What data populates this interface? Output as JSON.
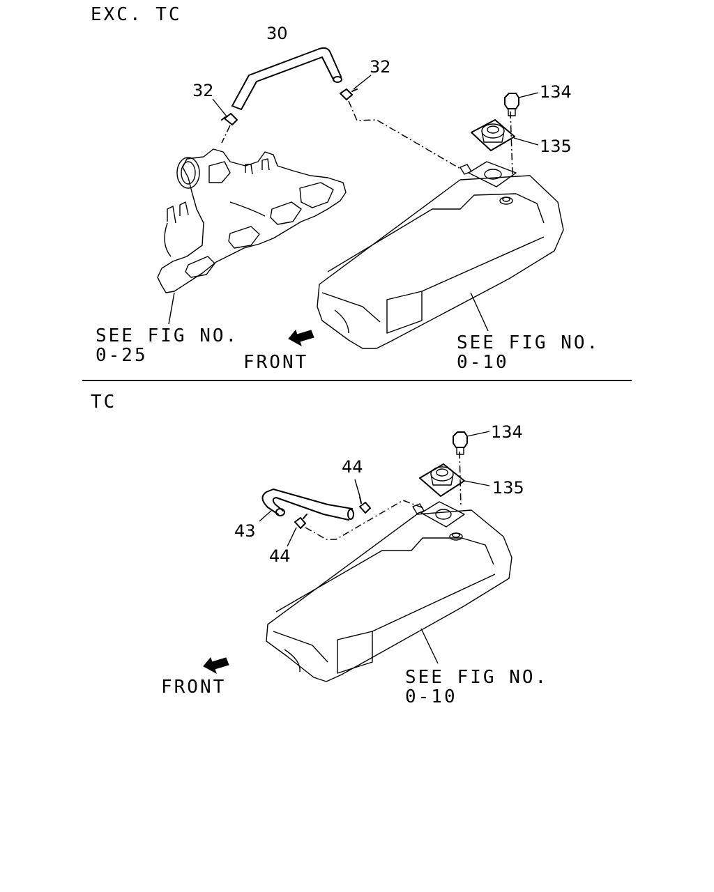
{
  "sections": {
    "top": {
      "title": "EXC. TC",
      "callouts": {
        "hose": "30",
        "clamp_left": "32",
        "clamp_right": "32",
        "bolt": "134",
        "cap": "135"
      },
      "ref_manifold": {
        "line1": "SEE FIG NO.",
        "line2": "0-25"
      },
      "ref_cover": {
        "line1": "SEE FIG NO.",
        "line2": "0-10"
      },
      "front": "FRONT"
    },
    "bottom": {
      "title": "TC",
      "callouts": {
        "bolt": "134",
        "cap": "135",
        "clamp_top": "44",
        "hose": "43",
        "clamp_bottom": "44"
      },
      "ref_cover": {
        "line1": "SEE FIG NO.",
        "line2": "0-10"
      },
      "front": "FRONT"
    }
  }
}
